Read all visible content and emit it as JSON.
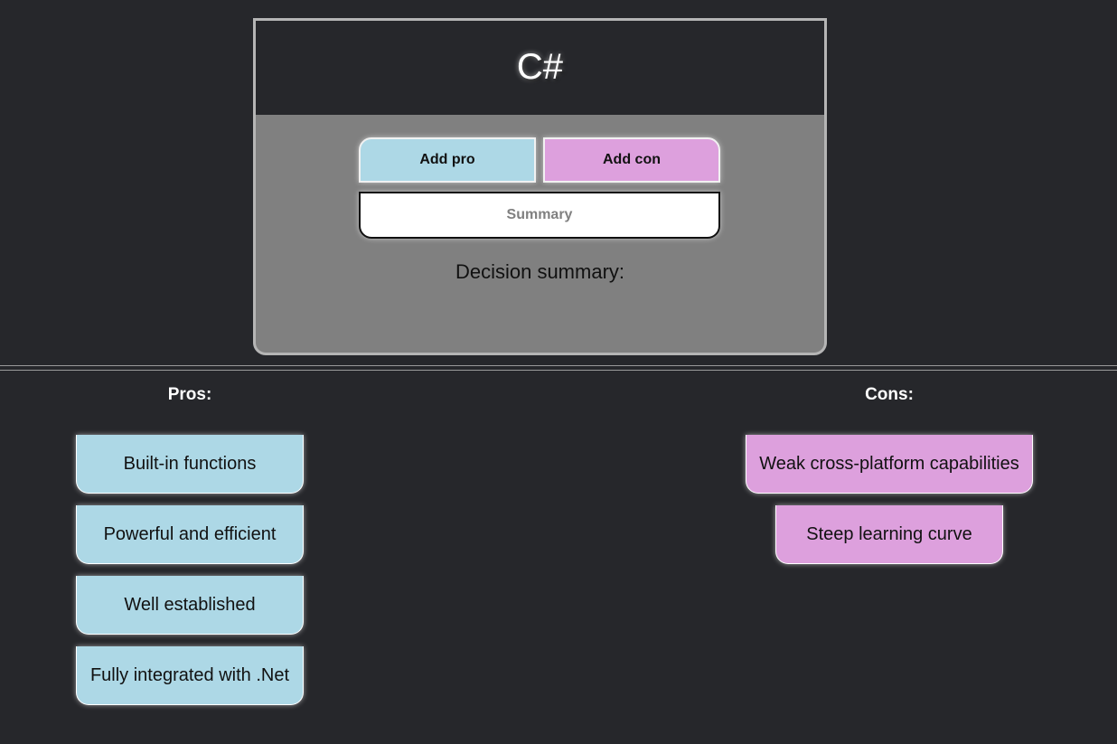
{
  "card": {
    "title": "C#",
    "add_pro_label": "Add pro",
    "add_con_label": "Add con",
    "summary_label": "Summary",
    "decision_summary_label": "Decision summary:"
  },
  "pros": {
    "heading": "Pros:",
    "items": [
      "Built-in functions",
      "Powerful and efficient",
      "Well established",
      "Fully integrated with .Net"
    ]
  },
  "cons": {
    "heading": "Cons:",
    "items": [
      "Weak cross-platform capabilities",
      "Steep learning curve"
    ]
  },
  "colors": {
    "background": "#26272b",
    "card_body": "#808080",
    "pro": "#add8e6",
    "con": "#dda0dd"
  }
}
